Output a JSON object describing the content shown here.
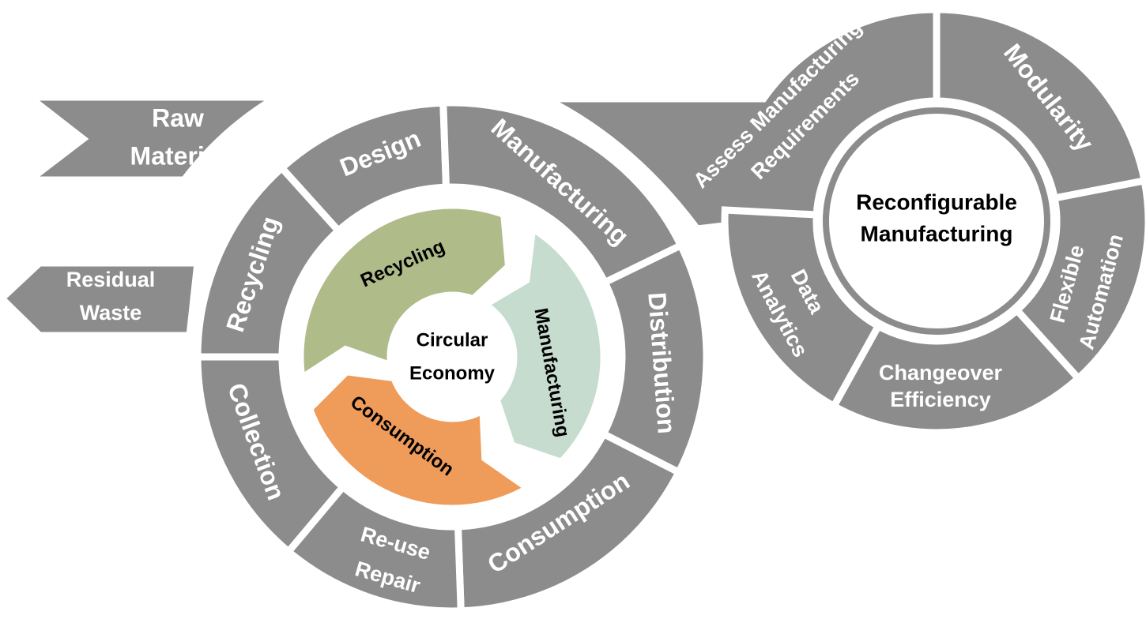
{
  "colors": {
    "segment_gray": "#8c8c8c",
    "recycling_green": "#b0bb8a",
    "manufacturing_teal": "#c6dccf",
    "consumption_orange": "#ef9b5a"
  },
  "inputs": {
    "raw_material": [
      "Raw",
      "Material"
    ]
  },
  "outputs": {
    "residual_waste": [
      "Residual",
      "Waste"
    ]
  },
  "lifecycle_ring": {
    "design": "Design",
    "manufacturing": "Manufacturing",
    "distribution": "Distribution",
    "consumption": "Consumption",
    "reuse_repair": [
      "Re-use",
      "Repair"
    ],
    "collection": "Collection",
    "recycling": "Recycling"
  },
  "circular_core": {
    "center": [
      "Circular",
      "Economy"
    ],
    "recycling": "Recycling",
    "manufacturing": "Manufacturing",
    "consumption": "Consumption"
  },
  "reconfigurable": {
    "center": [
      "Reconfigurable",
      "Manufacturing"
    ],
    "assess": [
      "Assess Manufacturing",
      "Requirements"
    ],
    "modularity": "Modularity",
    "flexible_automation": [
      "Flexible",
      "Automation"
    ],
    "changeover_efficiency": [
      "Changeover",
      "Efficiency"
    ],
    "data_analytics": [
      "Data",
      "Analytics"
    ]
  }
}
